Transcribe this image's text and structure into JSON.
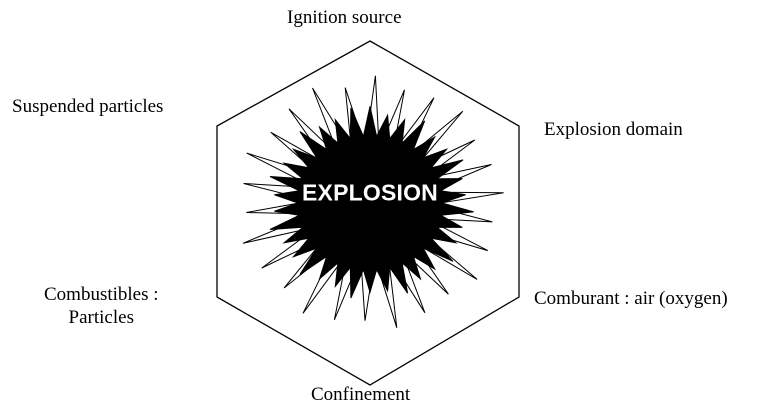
{
  "center_label": "EXPLOSION",
  "labels": {
    "top": "Ignition source",
    "top_left": "Suspended particles",
    "top_right": "Explosion domain",
    "bottom_left_line1": "Combustibles :",
    "bottom_left_line2": "Particles",
    "bottom_right": "Comburant : air (oxygen)",
    "bottom": "Confinement"
  },
  "colors": {
    "burst_fill": "#000000",
    "spike_fill": "#ffffff",
    "outline": "#000000",
    "text_on_burst": "#ffffff"
  }
}
